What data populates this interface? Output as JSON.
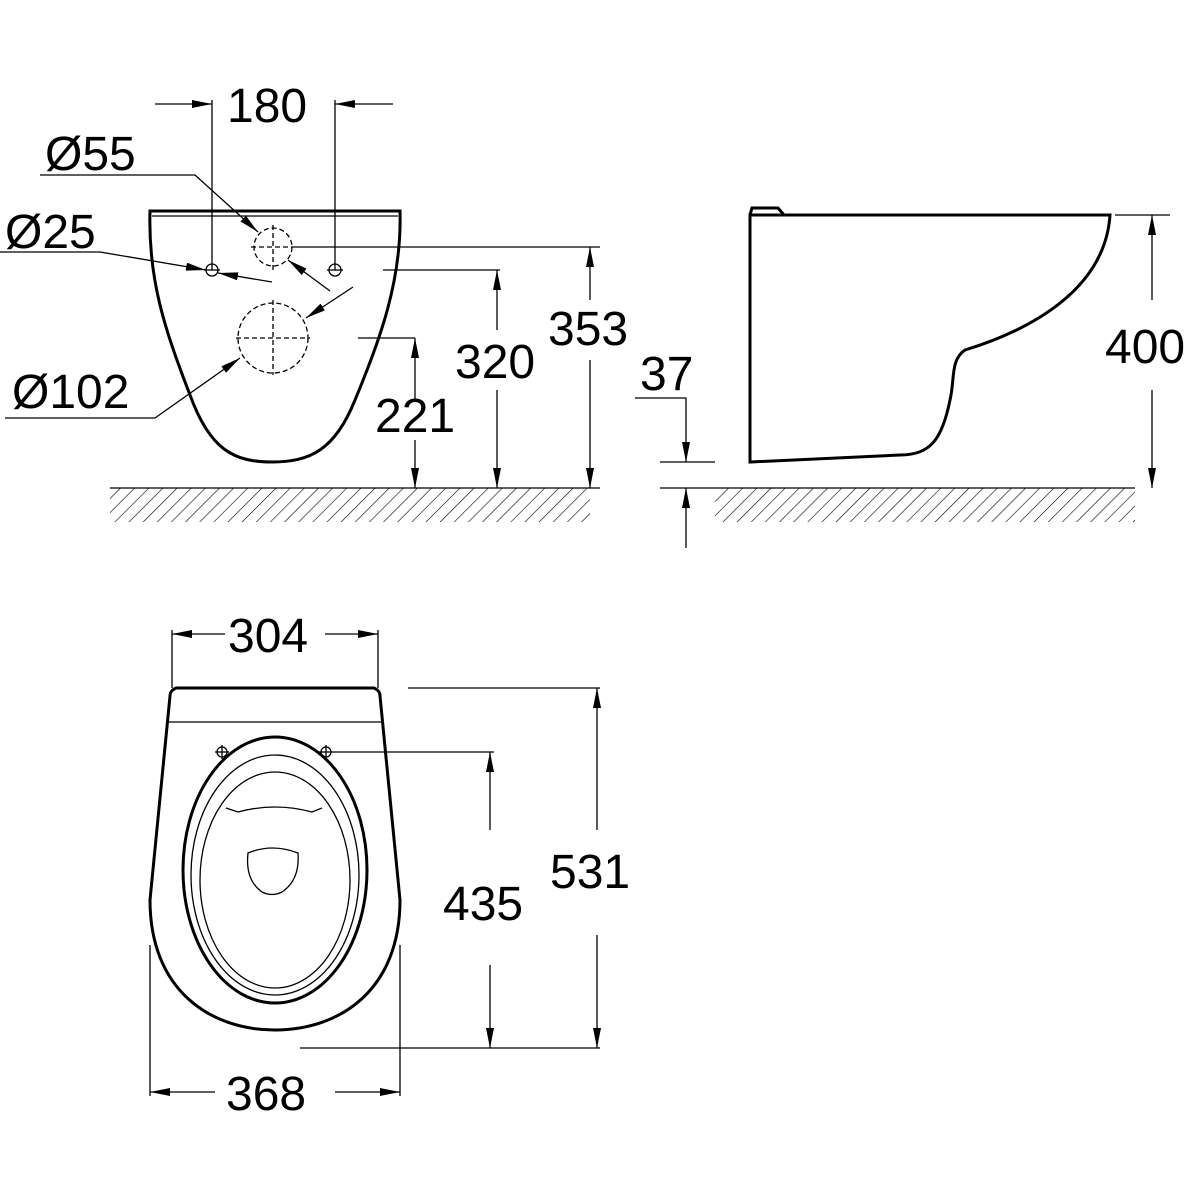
{
  "front_view": {
    "dim_width_holes": "180",
    "dia_small_hole": "Ø25",
    "dia_water_inlet": "Ø55",
    "dia_outlet": "Ø102",
    "dim_outlet_height": "221",
    "dim_holes_height": "320",
    "dim_inlet_height": "353"
  },
  "side_view": {
    "dim_height": "400",
    "dim_floor_gap": "37"
  },
  "top_view": {
    "dim_top_width": "304",
    "dim_max_width": "368",
    "dim_holes_to_front": "435",
    "dim_length": "531"
  },
  "colors": {
    "line": "#000000",
    "background": "#ffffff"
  }
}
